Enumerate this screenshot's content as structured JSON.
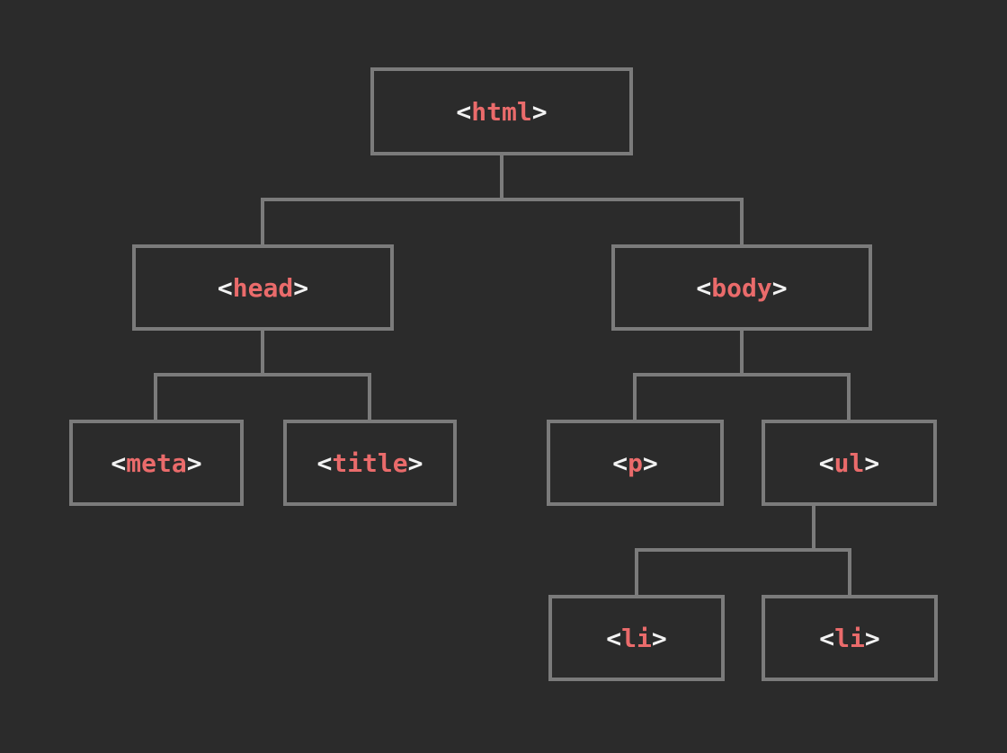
{
  "theme": {
    "background": "#2b2b2b",
    "box_border": "#7b7b7b",
    "connector": "#7b7b7b",
    "bracket_color": "#f2f2f2",
    "tag_color": "#ea6b6b"
  },
  "syntax": {
    "open": "<",
    "close": ">"
  },
  "diagram": {
    "type": "tree",
    "tree": {
      "name": "html",
      "label": "<html>",
      "children": [
        {
          "name": "head",
          "label": "<head>",
          "children": [
            {
              "name": "meta",
              "label": "<meta>",
              "children": []
            },
            {
              "name": "title",
              "label": "<title>",
              "children": []
            }
          ]
        },
        {
          "name": "body",
          "label": "<body>",
          "children": [
            {
              "name": "p",
              "label": "<p>",
              "children": []
            },
            {
              "name": "ul",
              "label": "<ul>",
              "children": [
                {
                  "name": "li",
                  "label": "<li>",
                  "children": []
                },
                {
                  "name": "li",
                  "label": "<li>",
                  "children": []
                }
              ]
            }
          ]
        }
      ]
    }
  }
}
